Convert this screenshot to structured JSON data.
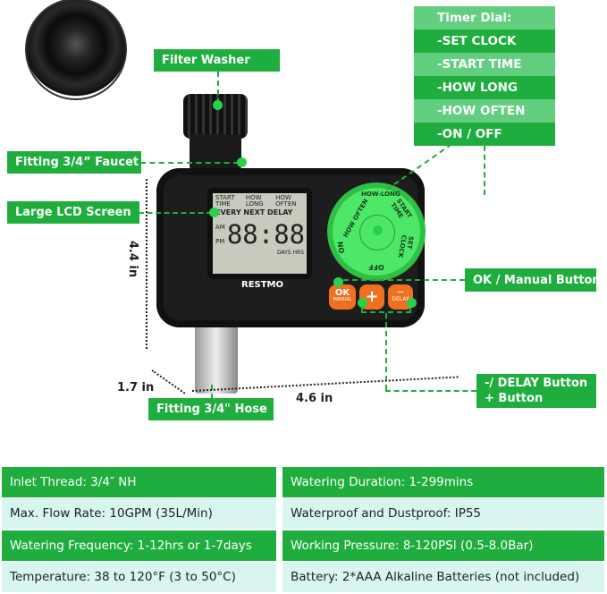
{
  "brand": "RESTMO",
  "callouts": {
    "filter_washer": "Filter Washer",
    "faucet": "Fitting 3/4” Faucet",
    "lcd": "Large LCD Screen",
    "ok_button": "OK / Manual Button",
    "delay_button_line1": "-/ DELAY Button",
    "delay_button_line2": "+ Button",
    "hose": "Fitting 3/4\" Hose"
  },
  "timer_dial": {
    "title": "Timer Dial:",
    "items": [
      "-SET CLOCK",
      "-START TIME",
      "-HOW LONG",
      "-HOW OFTEN",
      "-ON  /  OFF"
    ]
  },
  "dimensions": {
    "height": "4.4 in",
    "depth": "1.7 in",
    "width": "4.6 in"
  },
  "lcd": {
    "row1": [
      "START TIME",
      "HOW LONG",
      "HOW OFTEN"
    ],
    "row2": "EVERY NEXT DELAY",
    "am": "AM",
    "pm": "PM",
    "digits": "88:88",
    "days": "DAYS",
    "hrs": "HRS"
  },
  "dial_labels": [
    "HOW OFTEN",
    "HOW LONG",
    "START TIME",
    "SET CLOCK",
    "OFF",
    "ON"
  ],
  "buttons": {
    "ok": "OK",
    "manual": "MANUAL",
    "plus": "+",
    "minus": "−",
    "delay": "DELAY"
  },
  "specs": [
    [
      "Inlet Thread: 3/4″ NH",
      "Watering Duration: 1-299mins"
    ],
    [
      "Max. Flow Rate: 10GPM (35L/Min)",
      "Waterproof and Dustproof: IP55"
    ],
    [
      "Watering Frequency: 1-12hrs or 1-7days",
      "Working Pressure: 8-120PSI (0.5-8.0Bar)"
    ],
    [
      "Temperature: 38 to 120°F (3 to 50°C)",
      "Battery: 2*AAA Alkaline Batteries (not included)"
    ]
  ],
  "colors": {
    "green": "#1fae3e",
    "light_green": "#62cf80",
    "dial": "#4ee868",
    "button": "#f07020",
    "spec_light": "#d8f6ef"
  }
}
